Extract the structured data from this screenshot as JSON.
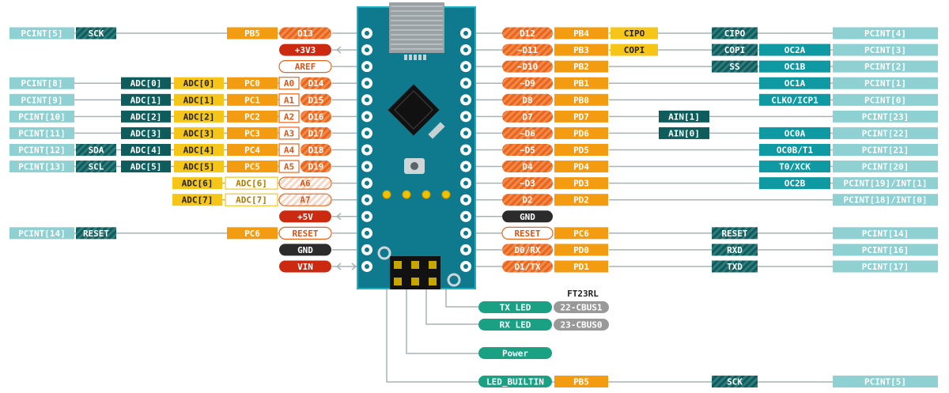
{
  "colors": {
    "teal": "#8fd0d3",
    "dark": "#0f5c5c",
    "yellow": "#f5c518",
    "orange": "#f39c12",
    "orangeDark": "#e8651c",
    "red": "#cc2a10",
    "black": "#2b2b2b",
    "green": "#1aa083",
    "cyanDark": "#0f9aa3",
    "gray": "#999999",
    "board": "#0f7a8e",
    "boardEdge": "#1bb1c4"
  },
  "left": [
    [
      "PCINT[5]",
      "",
      "SCK",
      "",
      "",
      "PB5",
      "",
      "D13"
    ],
    [
      "",
      "",
      "",
      "",
      "",
      "",
      "",
      "+3V3"
    ],
    [
      "",
      "",
      "",
      "",
      "",
      "",
      "",
      "AREF"
    ],
    [
      "PCINT[8]",
      "ADC[0]",
      "",
      "ADC[0]",
      "",
      "PC0",
      "A0",
      "D14"
    ],
    [
      "PCINT[9]",
      "ADC[1]",
      "",
      "ADC[1]",
      "",
      "PC1",
      "A1",
      "D15"
    ],
    [
      "PCINT[10]",
      "ADC[2]",
      "",
      "ADC[2]",
      "",
      "PC2",
      "A2",
      "D16"
    ],
    [
      "PCINT[11]",
      "ADC[3]",
      "",
      "ADC[3]",
      "",
      "PC3",
      "A3",
      "D17"
    ],
    [
      "PCINT[12]",
      "ADC[4]",
      "SDA",
      "ADC[4]",
      "",
      "PC4",
      "A4",
      "D18"
    ],
    [
      "PCINT[13]",
      "ADC[5]",
      "SCL",
      "ADC[5]",
      "",
      "PC5",
      "A5",
      "D19"
    ],
    [
      "",
      "",
      "",
      "ADC[6]",
      "ADC[6]",
      "",
      "",
      "A6"
    ],
    [
      "",
      "",
      "",
      "ADC[7]",
      "ADC[7]",
      "",
      "",
      "A7"
    ],
    [
      "",
      "",
      "",
      "",
      "",
      "",
      "",
      "+5V"
    ],
    [
      "PCINT[14]",
      "",
      "RESET",
      "",
      "",
      "PC6",
      "",
      "RESET"
    ],
    [
      "",
      "",
      "",
      "",
      "",
      "",
      "",
      "GND"
    ],
    [
      "",
      "",
      "",
      "",
      "",
      "",
      "",
      "VIN"
    ]
  ],
  "right": [
    [
      "D12",
      "PB4",
      "CIPO",
      "",
      "CIPO",
      "",
      "PCINT[4]"
    ],
    [
      "~D11",
      "PB3",
      "COPI",
      "",
      "COPI",
      "OC2A",
      "PCINT[3]"
    ],
    [
      "~D10",
      "PB2",
      "",
      "",
      "SS",
      "OC1B",
      "PCINT[2]"
    ],
    [
      "~D9",
      "PB1",
      "",
      "",
      "",
      "OC1A",
      "PCINT[1]"
    ],
    [
      "D8",
      "PB0",
      "",
      "",
      "",
      "CLKO/ICP1",
      "PCINT[0]"
    ],
    [
      "D7",
      "PD7",
      "",
      "AIN[1]",
      "",
      "",
      "PCINT[23]"
    ],
    [
      "~D6",
      "PD6",
      "",
      "AIN[0]",
      "",
      "OC0A",
      "PCINT[22]"
    ],
    [
      "~D5",
      "PD5",
      "",
      "",
      "",
      "OC0B/T1",
      "PCINT[21]"
    ],
    [
      "D4",
      "PD4",
      "",
      "",
      "",
      "T0/XCK",
      "PCINT[20]"
    ],
    [
      "~D3",
      "PD3",
      "",
      "",
      "",
      "OC2B",
      "PCINT[19]/INT[1]"
    ],
    [
      "D2",
      "PD2",
      "",
      "",
      "",
      "",
      "PCINT[18]/INT[0]"
    ],
    [
      "GND",
      "",
      "",
      "",
      "",
      "",
      ""
    ],
    [
      "RESET",
      "PC6",
      "",
      "",
      "RESET",
      "",
      "PCINT[14]"
    ],
    [
      "D0/RX",
      "PD0",
      "",
      "",
      "RXD",
      "",
      "PCINT[16]"
    ],
    [
      "D1/TX",
      "PD1",
      "",
      "",
      "TXD",
      "",
      "PCINT[17]"
    ]
  ],
  "bottom": {
    "chip": "FT23RL",
    "tx_led": "TX LED",
    "tx_pin": "22-CBUS1",
    "rx_led": "RX LED",
    "rx_pin": "23-CBUS0",
    "power": "Power",
    "led_builtin": "LED_BUILTIN",
    "led_port": "PB5",
    "led_func": "SCK",
    "led_pcint": "PCINT[5]"
  }
}
